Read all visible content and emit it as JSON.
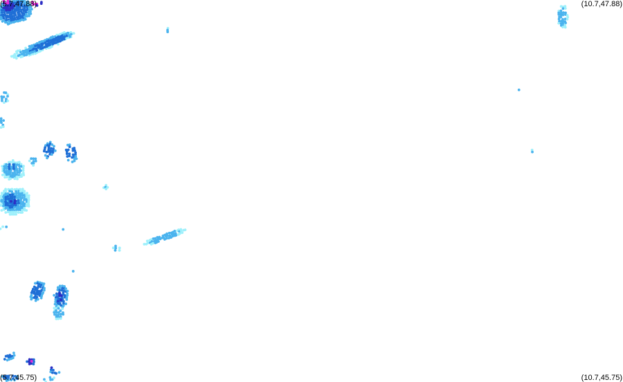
{
  "corners": {
    "top_left": "(5.7,47.88)",
    "top_right": "(10.7,47.88)",
    "bottom_left": "(5.7,45.75)",
    "bottom_right": "(10.7,45.75)"
  },
  "palette": {
    "light": "#9ef0fb",
    "medium": "#4ab3ee",
    "strong": "#1f6fd6",
    "heavy": "#2d2fc4",
    "extreme": "#e62ad8"
  }
}
